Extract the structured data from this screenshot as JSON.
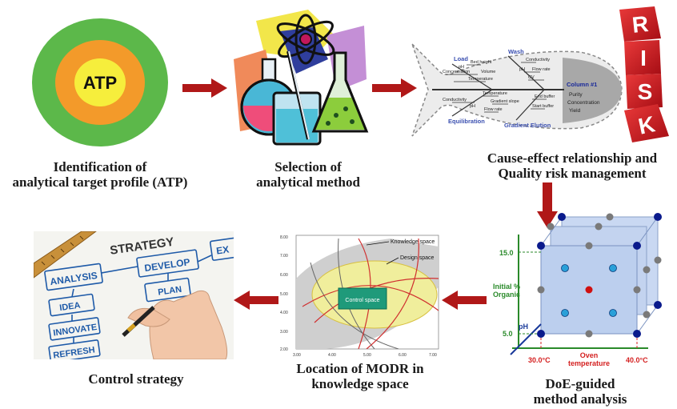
{
  "steps": {
    "atp": {
      "center_label": "ATP",
      "caption_line1": "Identification of",
      "caption_line2": "analytical target profile (ATP)"
    },
    "method": {
      "caption_line1": "Selection of",
      "caption_line2": "analytical method"
    },
    "risk": {
      "caption_line1": "Cause-effect relationship and",
      "caption_line2": "Quality risk management",
      "cube_letters": [
        "R",
        "I",
        "S",
        "K"
      ]
    },
    "doe": {
      "caption_line1": "DoE-guided",
      "caption_line2": "method analysis"
    },
    "modr": {
      "caption_line1": "Location of MODR in",
      "caption_line2": "knowledge space"
    },
    "control": {
      "caption_line1": "Control strategy"
    }
  },
  "fishbone": {
    "load": "Load",
    "wash": "Wash",
    "equilibration": "Equilibration",
    "gradient_elution": "Gradient Elution",
    "bed_height": "Bed height",
    "ph1": "pH",
    "volume": "Volume",
    "concentration": "Concentration",
    "temperature1": "Temperature",
    "conductivity1": "Conductivity",
    "flow_rate1": "Flow rate",
    "cv": "CV",
    "ph2": "pH",
    "conductivity2": "Conductivity",
    "temperature2": "Temperature",
    "gradient_slope": "Gradient slope",
    "flow_rate2": "Flow rate",
    "ph3": "pH",
    "end_buffer": "End buffer",
    "start_buffer": "Start buffer",
    "head_title": "Column #1",
    "purity": "Purity",
    "concentration_out": "Concentration",
    "yield": "Yield"
  },
  "doe_plot": {
    "y_label_line1": "Initial %",
    "y_label_line2": "Organic",
    "y_tick_high": "15.0",
    "y_tick_low": "5.0",
    "x_tick_low": "30.0°C",
    "x_tick_high": "40.0°C",
    "x_label_line1": "Oven",
    "x_label_line2": "temperature",
    "z_label": "pH",
    "colors": {
      "cube_fill": "#c9d8f2",
      "corner_point": "#0a1a8c",
      "edge_point": "#7a7a7a",
      "face_point": "#2aa0d8",
      "center_point": "#d01010",
      "guide": "#d42020",
      "axis": "#2a8a2a"
    }
  },
  "modr_plot": {
    "knowledge_space": "Knowledge space",
    "design_space": "Design space",
    "control_space": "Control space",
    "y_ticks": [
      "8.00",
      "7.00",
      "6.00",
      "5.00",
      "4.00",
      "3.00",
      "2.00"
    ],
    "x_ticks": [
      "3.00",
      "4.00",
      "5.00",
      "6.00",
      "7.00"
    ],
    "colors": {
      "knowledge": "#c8c8c8",
      "design": "#f0ee9c",
      "control": "#1f9a7a"
    }
  },
  "strategy_photo": {
    "words": [
      "STRATEGY",
      "DEVELOP",
      "ANALYSIS",
      "IDEA",
      "INNOVATE",
      "REFRESH",
      "PLAN",
      "EX"
    ]
  },
  "colors": {
    "arrow": "#b01818",
    "atp_outer": "#5cb84a",
    "atp_middle": "#f39a2a",
    "atp_inner": "#f6ee3c",
    "risk_cube": "#d4141c"
  }
}
